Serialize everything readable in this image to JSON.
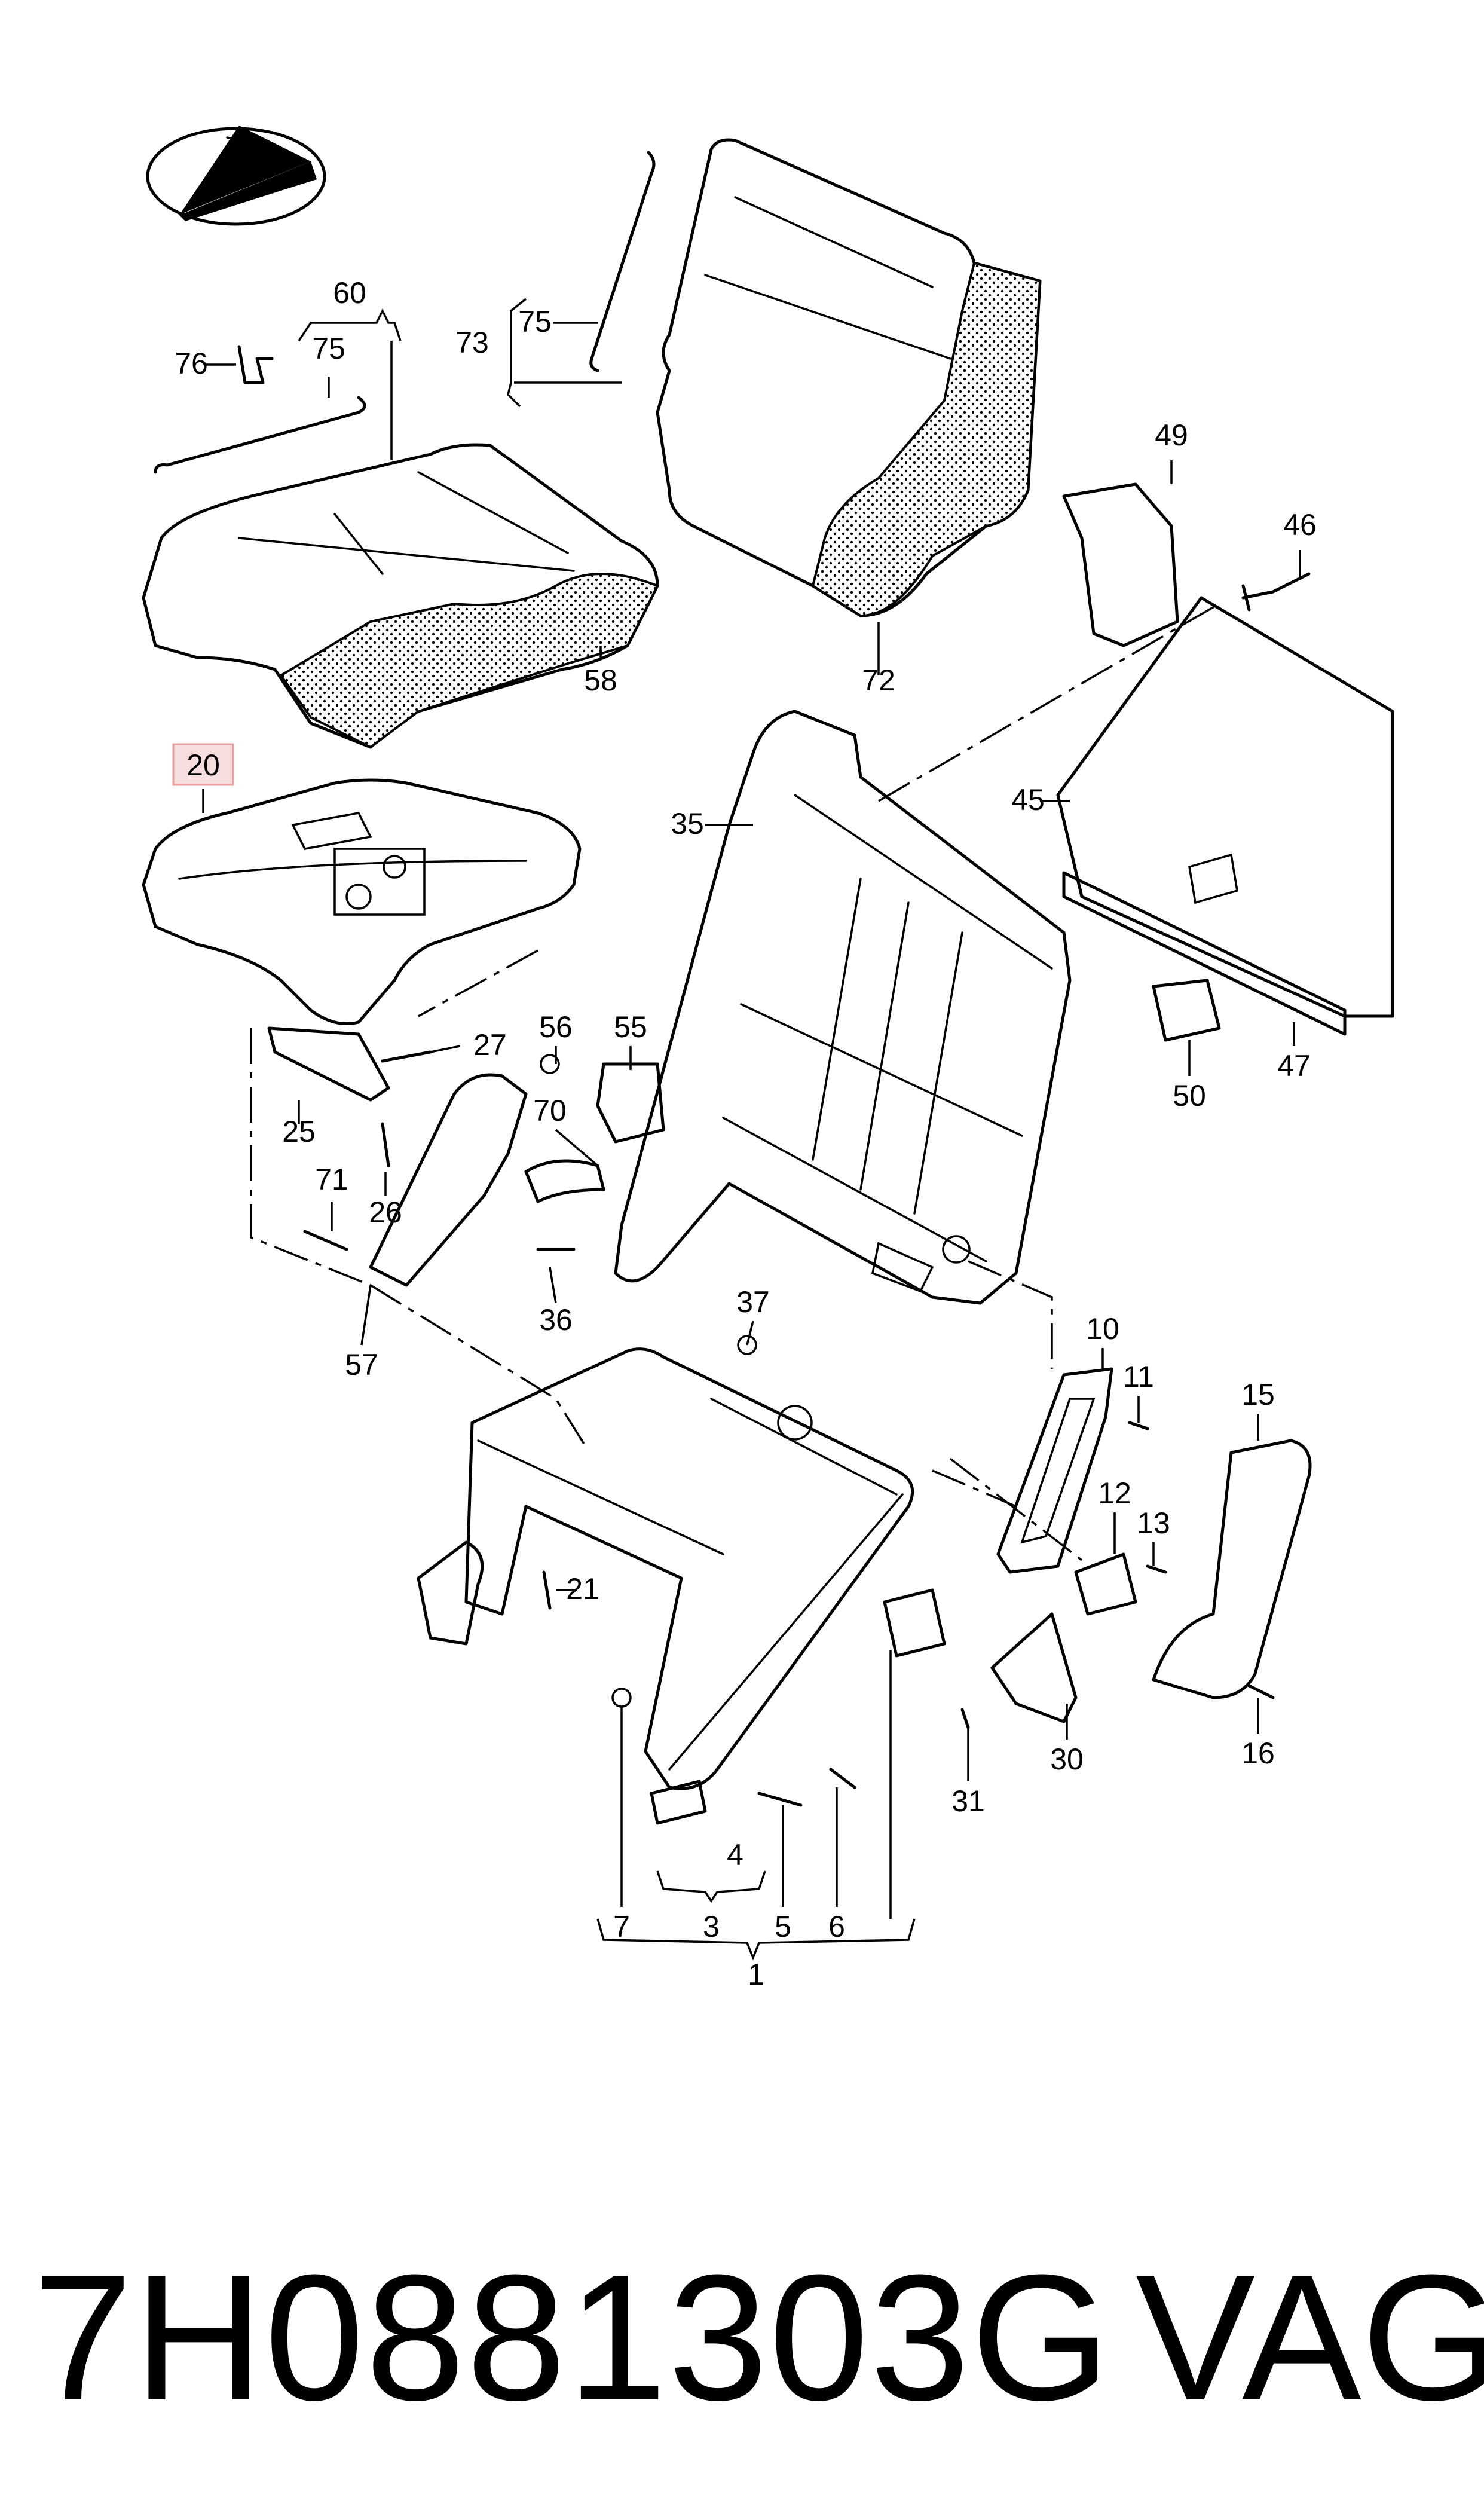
{
  "diagram": {
    "callouts": [
      "1",
      "3",
      "4",
      "5",
      "6",
      "7",
      "10",
      "11",
      "12",
      "13",
      "15",
      "16",
      "20",
      "21",
      "25",
      "26",
      "27",
      "30",
      "31",
      "35",
      "36",
      "37",
      "45",
      "46",
      "47",
      "49",
      "50",
      "55",
      "56",
      "57",
      "58",
      "60",
      "70",
      "71",
      "72",
      "73",
      "75",
      "75",
      "76"
    ],
    "highlighted_callout": "20",
    "highlight_color": "#e8a0a0"
  },
  "footer": {
    "part_number": "7H0881303G",
    "brand": "VAG"
  }
}
